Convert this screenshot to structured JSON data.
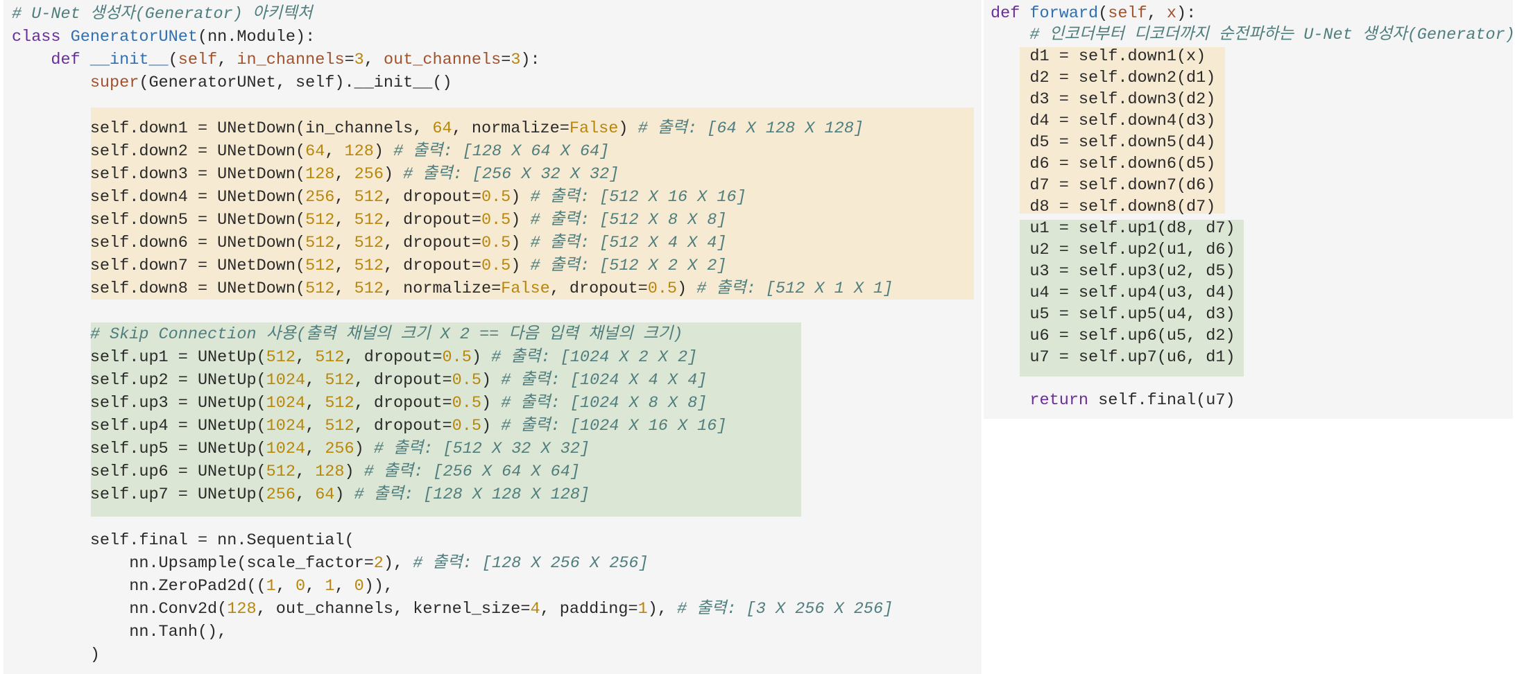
{
  "colors": {
    "panel_background": "#f5f5f5",
    "highlight_down_blocks": "#f6ead2",
    "highlight_up_blocks": "#dce6d4",
    "keyword": "#6a2e9a",
    "function_name": "#2f6fb2",
    "number": "#b8860b",
    "comment": "#4f7e7e"
  },
  "left_code": [
    {
      "indent": "",
      "tokens": [
        {
          "t": "cmt",
          "v": "# U-Net 생성자(Generator) 아키텍처"
        }
      ]
    },
    {
      "indent": "",
      "tokens": [
        {
          "t": "kw-class",
          "v": "class "
        },
        {
          "t": "cls",
          "v": "GeneratorUNet"
        },
        {
          "t": "p",
          "v": "(nn.Module):"
        }
      ]
    },
    {
      "indent": "    ",
      "tokens": [
        {
          "t": "kw-def",
          "v": "def "
        },
        {
          "t": "fn",
          "v": "__init__"
        },
        {
          "t": "p",
          "v": "("
        },
        {
          "t": "self",
          "v": "self"
        },
        {
          "t": "p",
          "v": ", "
        },
        {
          "t": "param",
          "v": "in_channels"
        },
        {
          "t": "p",
          "v": "="
        },
        {
          "t": "num",
          "v": "3"
        },
        {
          "t": "p",
          "v": ", "
        },
        {
          "t": "param",
          "v": "out_channels"
        },
        {
          "t": "p",
          "v": "="
        },
        {
          "t": "num",
          "v": "3"
        },
        {
          "t": "p",
          "v": "):"
        }
      ]
    },
    {
      "indent": "        ",
      "tokens": [
        {
          "t": "kw-super",
          "v": "super"
        },
        {
          "t": "p",
          "v": "(GeneratorUNet, self).__init__()"
        }
      ]
    },
    {
      "indent": "",
      "tokens": []
    },
    {
      "indent": "        ",
      "tokens": [
        {
          "t": "p",
          "v": "self.down1 = UNetDown(in_channels, "
        },
        {
          "t": "num",
          "v": "64"
        },
        {
          "t": "p",
          "v": ", normalize="
        },
        {
          "t": "bool",
          "v": "False"
        },
        {
          "t": "p",
          "v": ") "
        },
        {
          "t": "cmt",
          "v": "# 출력: [64 X 128 X 128]"
        }
      ]
    },
    {
      "indent": "        ",
      "tokens": [
        {
          "t": "p",
          "v": "self.down2 = UNetDown("
        },
        {
          "t": "num",
          "v": "64"
        },
        {
          "t": "p",
          "v": ", "
        },
        {
          "t": "num",
          "v": "128"
        },
        {
          "t": "p",
          "v": ") "
        },
        {
          "t": "cmt",
          "v": "# 출력: [128 X 64 X 64]"
        }
      ]
    },
    {
      "indent": "        ",
      "tokens": [
        {
          "t": "p",
          "v": "self.down3 = UNetDown("
        },
        {
          "t": "num",
          "v": "128"
        },
        {
          "t": "p",
          "v": ", "
        },
        {
          "t": "num",
          "v": "256"
        },
        {
          "t": "p",
          "v": ") "
        },
        {
          "t": "cmt",
          "v": "# 출력: [256 X 32 X 32]"
        }
      ]
    },
    {
      "indent": "        ",
      "tokens": [
        {
          "t": "p",
          "v": "self.down4 = UNetDown("
        },
        {
          "t": "num",
          "v": "256"
        },
        {
          "t": "p",
          "v": ", "
        },
        {
          "t": "num",
          "v": "512"
        },
        {
          "t": "p",
          "v": ", dropout="
        },
        {
          "t": "num",
          "v": "0.5"
        },
        {
          "t": "p",
          "v": ") "
        },
        {
          "t": "cmt",
          "v": "# 출력: [512 X 16 X 16]"
        }
      ]
    },
    {
      "indent": "        ",
      "tokens": [
        {
          "t": "p",
          "v": "self.down5 = UNetDown("
        },
        {
          "t": "num",
          "v": "512"
        },
        {
          "t": "p",
          "v": ", "
        },
        {
          "t": "num",
          "v": "512"
        },
        {
          "t": "p",
          "v": ", dropout="
        },
        {
          "t": "num",
          "v": "0.5"
        },
        {
          "t": "p",
          "v": ") "
        },
        {
          "t": "cmt",
          "v": "# 출력: [512 X 8 X 8]"
        }
      ]
    },
    {
      "indent": "        ",
      "tokens": [
        {
          "t": "p",
          "v": "self.down6 = UNetDown("
        },
        {
          "t": "num",
          "v": "512"
        },
        {
          "t": "p",
          "v": ", "
        },
        {
          "t": "num",
          "v": "512"
        },
        {
          "t": "p",
          "v": ", dropout="
        },
        {
          "t": "num",
          "v": "0.5"
        },
        {
          "t": "p",
          "v": ") "
        },
        {
          "t": "cmt",
          "v": "# 출력: [512 X 4 X 4]"
        }
      ]
    },
    {
      "indent": "        ",
      "tokens": [
        {
          "t": "p",
          "v": "self.down7 = UNetDown("
        },
        {
          "t": "num",
          "v": "512"
        },
        {
          "t": "p",
          "v": ", "
        },
        {
          "t": "num",
          "v": "512"
        },
        {
          "t": "p",
          "v": ", dropout="
        },
        {
          "t": "num",
          "v": "0.5"
        },
        {
          "t": "p",
          "v": ") "
        },
        {
          "t": "cmt",
          "v": "# 출력: [512 X 2 X 2]"
        }
      ]
    },
    {
      "indent": "        ",
      "tokens": [
        {
          "t": "p",
          "v": "self.down8 = UNetDown("
        },
        {
          "t": "num",
          "v": "512"
        },
        {
          "t": "p",
          "v": ", "
        },
        {
          "t": "num",
          "v": "512"
        },
        {
          "t": "p",
          "v": ", normalize="
        },
        {
          "t": "bool",
          "v": "False"
        },
        {
          "t": "p",
          "v": ", dropout="
        },
        {
          "t": "num",
          "v": "0.5"
        },
        {
          "t": "p",
          "v": ") "
        },
        {
          "t": "cmt",
          "v": "# 출력: [512 X 1 X 1]"
        }
      ]
    },
    {
      "indent": "",
      "tokens": []
    },
    {
      "indent": "        ",
      "tokens": [
        {
          "t": "cmt",
          "v": "# Skip Connection 사용(출력 채널의 크기 X 2 == 다음 입력 채널의 크기)"
        }
      ]
    },
    {
      "indent": "        ",
      "tokens": [
        {
          "t": "p",
          "v": "self.up1 = UNetUp("
        },
        {
          "t": "num",
          "v": "512"
        },
        {
          "t": "p",
          "v": ", "
        },
        {
          "t": "num",
          "v": "512"
        },
        {
          "t": "p",
          "v": ", dropout="
        },
        {
          "t": "num",
          "v": "0.5"
        },
        {
          "t": "p",
          "v": ") "
        },
        {
          "t": "cmt",
          "v": "# 출력: [1024 X 2 X 2]"
        }
      ]
    },
    {
      "indent": "        ",
      "tokens": [
        {
          "t": "p",
          "v": "self.up2 = UNetUp("
        },
        {
          "t": "num",
          "v": "1024"
        },
        {
          "t": "p",
          "v": ", "
        },
        {
          "t": "num",
          "v": "512"
        },
        {
          "t": "p",
          "v": ", dropout="
        },
        {
          "t": "num",
          "v": "0.5"
        },
        {
          "t": "p",
          "v": ") "
        },
        {
          "t": "cmt",
          "v": "# 출력: [1024 X 4 X 4]"
        }
      ]
    },
    {
      "indent": "        ",
      "tokens": [
        {
          "t": "p",
          "v": "self.up3 = UNetUp("
        },
        {
          "t": "num",
          "v": "1024"
        },
        {
          "t": "p",
          "v": ", "
        },
        {
          "t": "num",
          "v": "512"
        },
        {
          "t": "p",
          "v": ", dropout="
        },
        {
          "t": "num",
          "v": "0.5"
        },
        {
          "t": "p",
          "v": ") "
        },
        {
          "t": "cmt",
          "v": "# 출력: [1024 X 8 X 8]"
        }
      ]
    },
    {
      "indent": "        ",
      "tokens": [
        {
          "t": "p",
          "v": "self.up4 = UNetUp("
        },
        {
          "t": "num",
          "v": "1024"
        },
        {
          "t": "p",
          "v": ", "
        },
        {
          "t": "num",
          "v": "512"
        },
        {
          "t": "p",
          "v": ", dropout="
        },
        {
          "t": "num",
          "v": "0.5"
        },
        {
          "t": "p",
          "v": ") "
        },
        {
          "t": "cmt",
          "v": "# 출력: [1024 X 16 X 16]"
        }
      ]
    },
    {
      "indent": "        ",
      "tokens": [
        {
          "t": "p",
          "v": "self.up5 = UNetUp("
        },
        {
          "t": "num",
          "v": "1024"
        },
        {
          "t": "p",
          "v": ", "
        },
        {
          "t": "num",
          "v": "256"
        },
        {
          "t": "p",
          "v": ") "
        },
        {
          "t": "cmt",
          "v": "# 출력: [512 X 32 X 32]"
        }
      ]
    },
    {
      "indent": "        ",
      "tokens": [
        {
          "t": "p",
          "v": "self.up6 = UNetUp("
        },
        {
          "t": "num",
          "v": "512"
        },
        {
          "t": "p",
          "v": ", "
        },
        {
          "t": "num",
          "v": "128"
        },
        {
          "t": "p",
          "v": ") "
        },
        {
          "t": "cmt",
          "v": "# 출력: [256 X 64 X 64]"
        }
      ]
    },
    {
      "indent": "        ",
      "tokens": [
        {
          "t": "p",
          "v": "self.up7 = UNetUp("
        },
        {
          "t": "num",
          "v": "256"
        },
        {
          "t": "p",
          "v": ", "
        },
        {
          "t": "num",
          "v": "64"
        },
        {
          "t": "p",
          "v": ") "
        },
        {
          "t": "cmt",
          "v": "# 출력: [128 X 128 X 128]"
        }
      ]
    },
    {
      "indent": "",
      "tokens": []
    },
    {
      "indent": "        ",
      "tokens": [
        {
          "t": "p",
          "v": "self.final = nn.Sequential("
        }
      ]
    },
    {
      "indent": "            ",
      "tokens": [
        {
          "t": "p",
          "v": "nn.Upsample(scale_factor="
        },
        {
          "t": "num",
          "v": "2"
        },
        {
          "t": "p",
          "v": "), "
        },
        {
          "t": "cmt",
          "v": "# 출력: [128 X 256 X 256]"
        }
      ]
    },
    {
      "indent": "            ",
      "tokens": [
        {
          "t": "p",
          "v": "nn.ZeroPad2d(("
        },
        {
          "t": "num",
          "v": "1"
        },
        {
          "t": "p",
          "v": ", "
        },
        {
          "t": "num",
          "v": "0"
        },
        {
          "t": "p",
          "v": ", "
        },
        {
          "t": "num",
          "v": "1"
        },
        {
          "t": "p",
          "v": ", "
        },
        {
          "t": "num",
          "v": "0"
        },
        {
          "t": "p",
          "v": ")),"
        }
      ]
    },
    {
      "indent": "            ",
      "tokens": [
        {
          "t": "p",
          "v": "nn.Conv2d("
        },
        {
          "t": "num",
          "v": "128"
        },
        {
          "t": "p",
          "v": ", out_channels, kernel_size="
        },
        {
          "t": "num",
          "v": "4"
        },
        {
          "t": "p",
          "v": ", padding="
        },
        {
          "t": "num",
          "v": "1"
        },
        {
          "t": "p",
          "v": "), "
        },
        {
          "t": "cmt",
          "v": "# 출력: [3 X 256 X 256]"
        }
      ]
    },
    {
      "indent": "            ",
      "tokens": [
        {
          "t": "p",
          "v": "nn.Tanh(),"
        }
      ]
    },
    {
      "indent": "        ",
      "tokens": [
        {
          "t": "p",
          "v": ")"
        }
      ]
    }
  ],
  "right_code": [
    {
      "indent": "",
      "tokens": [
        {
          "t": "kw-def",
          "v": "def "
        },
        {
          "t": "fn",
          "v": "forward"
        },
        {
          "t": "p",
          "v": "("
        },
        {
          "t": "self",
          "v": "self"
        },
        {
          "t": "p",
          "v": ", "
        },
        {
          "t": "param",
          "v": "x"
        },
        {
          "t": "p",
          "v": "):"
        }
      ]
    },
    {
      "indent": "    ",
      "tokens": [
        {
          "t": "cmt",
          "v": "# 인코더부터 디코더까지 순전파하는 U-Net 생성자(Generator)"
        }
      ]
    },
    {
      "indent": "    ",
      "tokens": [
        {
          "t": "p",
          "v": "d1 = self.down1(x)"
        }
      ]
    },
    {
      "indent": "    ",
      "tokens": [
        {
          "t": "p",
          "v": "d2 = self.down2(d1)"
        }
      ]
    },
    {
      "indent": "    ",
      "tokens": [
        {
          "t": "p",
          "v": "d3 = self.down3(d2)"
        }
      ]
    },
    {
      "indent": "    ",
      "tokens": [
        {
          "t": "p",
          "v": "d4 = self.down4(d3)"
        }
      ]
    },
    {
      "indent": "    ",
      "tokens": [
        {
          "t": "p",
          "v": "d5 = self.down5(d4)"
        }
      ]
    },
    {
      "indent": "    ",
      "tokens": [
        {
          "t": "p",
          "v": "d6 = self.down6(d5)"
        }
      ]
    },
    {
      "indent": "    ",
      "tokens": [
        {
          "t": "p",
          "v": "d7 = self.down7(d6)"
        }
      ]
    },
    {
      "indent": "    ",
      "tokens": [
        {
          "t": "p",
          "v": "d8 = self.down8(d7)"
        }
      ]
    },
    {
      "indent": "    ",
      "tokens": [
        {
          "t": "p",
          "v": "u1 = self.up1(d8, d7)"
        }
      ]
    },
    {
      "indent": "    ",
      "tokens": [
        {
          "t": "p",
          "v": "u2 = self.up2(u1, d6)"
        }
      ]
    },
    {
      "indent": "    ",
      "tokens": [
        {
          "t": "p",
          "v": "u3 = self.up3(u2, d5)"
        }
      ]
    },
    {
      "indent": "    ",
      "tokens": [
        {
          "t": "p",
          "v": "u4 = self.up4(u3, d4)"
        }
      ]
    },
    {
      "indent": "    ",
      "tokens": [
        {
          "t": "p",
          "v": "u5 = self.up5(u4, d3)"
        }
      ]
    },
    {
      "indent": "    ",
      "tokens": [
        {
          "t": "p",
          "v": "u6 = self.up6(u5, d2)"
        }
      ]
    },
    {
      "indent": "    ",
      "tokens": [
        {
          "t": "p",
          "v": "u7 = self.up7(u6, d1)"
        }
      ]
    },
    {
      "indent": "",
      "tokens": []
    },
    {
      "indent": "    ",
      "tokens": [
        {
          "t": "kw-return",
          "v": "return "
        },
        {
          "t": "p",
          "v": "self.final(u7)"
        }
      ]
    }
  ]
}
